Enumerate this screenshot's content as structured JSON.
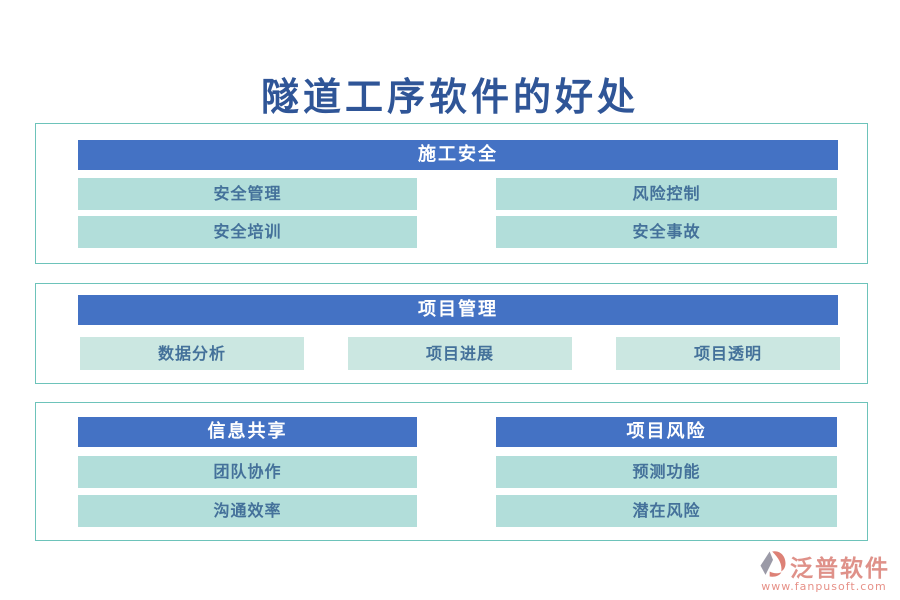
{
  "page": {
    "title": "隧道工序软件的好处"
  },
  "colors": {
    "title_text": "#2F5597",
    "section_header_bg": "#4472C4",
    "section_header_text": "#FFFFFF",
    "item_bg": "#B2DEDA",
    "item_bg_light": "#CBE7E1",
    "item_text": "#44719A",
    "panel_border": "#6DC3BA",
    "logo_salmon": "#DF9189",
    "logo_grey": "#9B9AA7"
  },
  "sections": [
    {
      "header": "施工安全",
      "items": [
        "安全管理",
        "风险控制",
        "安全培训",
        "安全事故"
      ]
    },
    {
      "header": "项目管理",
      "items": [
        "数据分析",
        "项目进展",
        "项目透明"
      ]
    },
    {
      "columns": [
        {
          "header": "信息共享",
          "items": [
            "团队协作",
            "沟通效率"
          ]
        },
        {
          "header": "项目风险",
          "items": [
            "预测功能",
            "潜在风险"
          ]
        }
      ]
    }
  ],
  "footer": {
    "brand": "泛普软件",
    "url": "www.fanpusoft.com",
    "logo_icon": "fanpu-logo-icon"
  }
}
